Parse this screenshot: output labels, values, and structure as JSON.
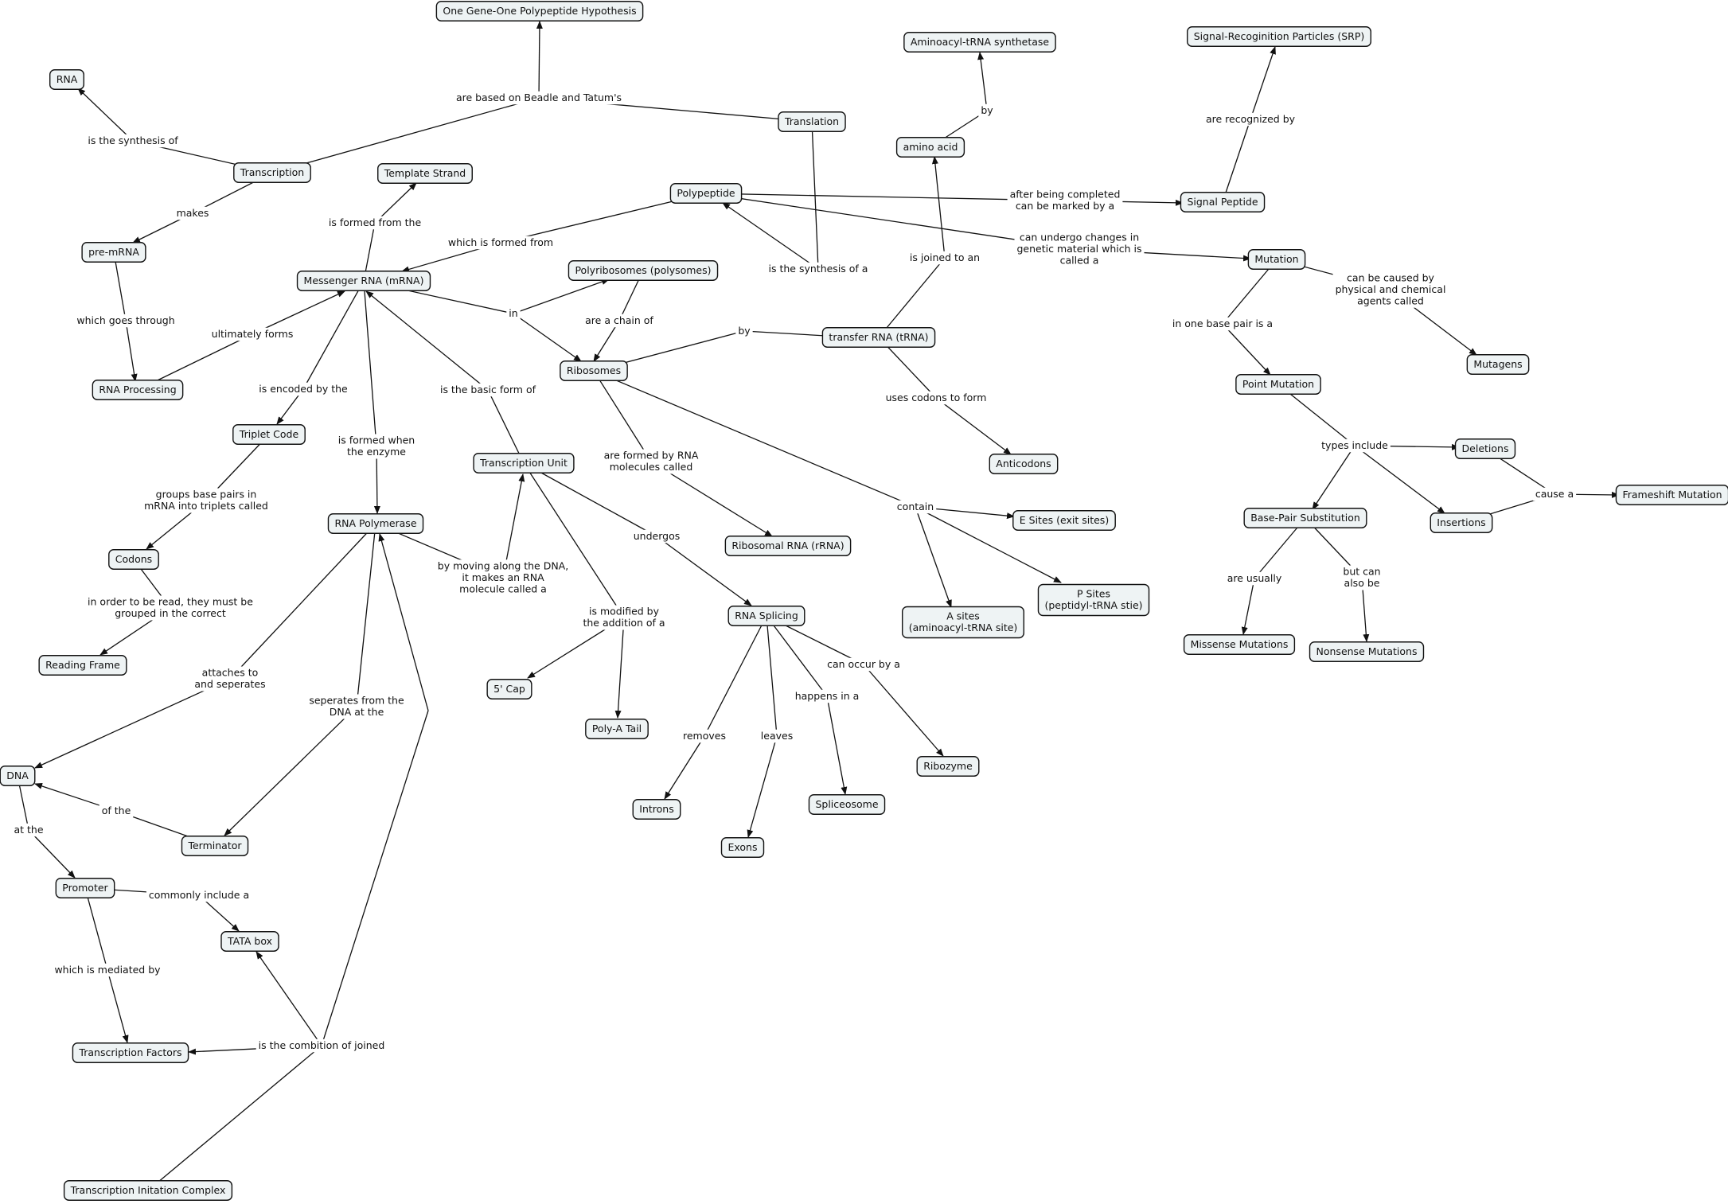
{
  "nodes": {
    "ogop": {
      "text": [
        "One Gene-One Polypeptide Hypothesis"
      ]
    },
    "rna": {
      "text": [
        "RNA"
      ]
    },
    "transcription": {
      "text": [
        "Transcription"
      ]
    },
    "translation": {
      "text": [
        "Translation"
      ]
    },
    "aats": {
      "text": [
        "Aminoacyl-tRNA synthetase"
      ]
    },
    "srp": {
      "text": [
        "Signal-Recoginition Particles (SRP)"
      ]
    },
    "aminoacid": {
      "text": [
        "amino acid"
      ]
    },
    "template": {
      "text": [
        "Template Strand"
      ]
    },
    "polypeptide": {
      "text": [
        "Polypeptide"
      ]
    },
    "signalpep": {
      "text": [
        "Signal Peptide"
      ]
    },
    "premrna": {
      "text": [
        "pre-mRNA"
      ]
    },
    "mrna": {
      "text": [
        "Messenger RNA (mRNA)"
      ]
    },
    "polysomes": {
      "text": [
        "Polyribosomes (polysomes)"
      ]
    },
    "mutation": {
      "text": [
        "Mutation"
      ]
    },
    "ribosomes": {
      "text": [
        "Ribosomes"
      ]
    },
    "trna": {
      "text": [
        "transfer RNA (tRNA)"
      ]
    },
    "mutagens": {
      "text": [
        "Mutagens"
      ]
    },
    "rnaproc": {
      "text": [
        "RNA Processing"
      ]
    },
    "pointmut": {
      "text": [
        "Point Mutation"
      ]
    },
    "triplet": {
      "text": [
        "Triplet Code"
      ]
    },
    "deletions": {
      "text": [
        "Deletions"
      ]
    },
    "anticodons": {
      "text": [
        "Anticodons"
      ]
    },
    "tu": {
      "text": [
        "Transcription Unit"
      ]
    },
    "frameshift": {
      "text": [
        "Frameshift Mutation"
      ]
    },
    "rnapol": {
      "text": [
        "RNA Polymerase"
      ]
    },
    "esites": {
      "text": [
        "E Sites (exit sites)"
      ]
    },
    "bps": {
      "text": [
        "Base-Pair Substitution"
      ]
    },
    "insertions": {
      "text": [
        "Insertions"
      ]
    },
    "rrna": {
      "text": [
        "Ribosomal RNA (rRNA)"
      ]
    },
    "codons": {
      "text": [
        "Codons"
      ]
    },
    "psites": {
      "text": [
        "P Sites",
        "(peptidyl-tRNA stie)"
      ]
    },
    "splicing": {
      "text": [
        "RNA Splicing"
      ]
    },
    "asites": {
      "text": [
        "A sites",
        "(aminoacyl-tRNA site)"
      ]
    },
    "missense": {
      "text": [
        "Missense Mutations"
      ]
    },
    "nonsense": {
      "text": [
        "Nonsense Mutations"
      ]
    },
    "readingframe": {
      "text": [
        "Reading Frame"
      ]
    },
    "fivecap": {
      "text": [
        "5' Cap"
      ]
    },
    "polya": {
      "text": [
        "Poly-A Tail"
      ]
    },
    "ribozyme": {
      "text": [
        "Ribozyme"
      ]
    },
    "dna": {
      "text": [
        "DNA"
      ]
    },
    "spliceosome": {
      "text": [
        "Spliceosome"
      ]
    },
    "introns": {
      "text": [
        "Introns"
      ]
    },
    "terminator": {
      "text": [
        "Terminator"
      ]
    },
    "exons": {
      "text": [
        "Exons"
      ]
    },
    "promoter": {
      "text": [
        "Promoter"
      ]
    },
    "tata": {
      "text": [
        "TATA box"
      ]
    },
    "tfactors": {
      "text": [
        "Transcription Factors"
      ]
    },
    "tic": {
      "text": [
        "Transcription Initation Complex"
      ]
    }
  },
  "links": {
    "based_on": {
      "text": [
        "are based on Beadle and Tatum's"
      ]
    },
    "synthesis_of": {
      "text": [
        "is the synthesis of"
      ]
    },
    "makes": {
      "text": [
        "makes"
      ]
    },
    "goes_through": {
      "text": [
        "which goes through"
      ]
    },
    "ultimately_forms": {
      "text": [
        "ultimately forms"
      ]
    },
    "formed_from_template": {
      "text": [
        "is formed from the"
      ]
    },
    "formed_from_mrna": {
      "text": [
        "which is formed from"
      ]
    },
    "synthesis_of_a": {
      "text": [
        "is the synthesis of a"
      ]
    },
    "by_aats": {
      "text": [
        "by"
      ]
    },
    "joined_to": {
      "text": [
        "is joined to an"
      ]
    },
    "marked_by": {
      "text": [
        "after being completed",
        "can be marked by a"
      ]
    },
    "recognized_by": {
      "text": [
        "are recognized by"
      ]
    },
    "undergo_changes": {
      "text": [
        "can undergo changes in",
        "genetic material which is",
        "called a"
      ]
    },
    "caused_by": {
      "text": [
        "can be caused by",
        "physical and chemical",
        "agents called"
      ]
    },
    "one_base_pair": {
      "text": [
        "in one base pair is a"
      ]
    },
    "in": {
      "text": [
        "in"
      ]
    },
    "chain_of": {
      "text": [
        "are a chain of"
      ]
    },
    "by_trna": {
      "text": [
        "by"
      ]
    },
    "uses_codons": {
      "text": [
        "uses codons to form"
      ]
    },
    "encoded_by": {
      "text": [
        "is encoded by the"
      ]
    },
    "formed_when": {
      "text": [
        "is formed when",
        "the enzyme"
      ]
    },
    "basic_form": {
      "text": [
        "is the basic form of"
      ]
    },
    "formed_by_rna": {
      "text": [
        "are formed by RNA",
        "molecules called"
      ]
    },
    "contain": {
      "text": [
        "contain"
      ]
    },
    "types_include": {
      "text": [
        "types include"
      ]
    },
    "cause_a": {
      "text": [
        "cause a"
      ]
    },
    "groups": {
      "text": [
        "groups base pairs in",
        "mRNA into triplets called"
      ]
    },
    "undergos": {
      "text": [
        "undergos"
      ]
    },
    "moving_along": {
      "text": [
        "by moving along the DNA,",
        "it makes an RNA",
        "molecule called a"
      ]
    },
    "modified_by": {
      "text": [
        "is modified by",
        "the addition of a"
      ]
    },
    "are_usually": {
      "text": [
        "are usually"
      ]
    },
    "but_can": {
      "text": [
        "but can",
        "also be"
      ]
    },
    "order_read": {
      "text": [
        "in order to be read, they must be",
        "grouped in the correct"
      ]
    },
    "can_occur": {
      "text": [
        "can occur by a"
      ]
    },
    "happens_in": {
      "text": [
        "happens in a"
      ]
    },
    "removes": {
      "text": [
        "removes"
      ]
    },
    "leaves": {
      "text": [
        "leaves"
      ]
    },
    "attaches": {
      "text": [
        "attaches to",
        "and seperates"
      ]
    },
    "seperates_from": {
      "text": [
        "seperates from the",
        "DNA at the"
      ]
    },
    "of_the": {
      "text": [
        "of the"
      ]
    },
    "at_the": {
      "text": [
        "at the"
      ]
    },
    "commonly": {
      "text": [
        "commonly include a"
      ]
    },
    "mediated": {
      "text": [
        "which is mediated by"
      ]
    },
    "combition": {
      "text": [
        "is the combition of joined"
      ]
    }
  }
}
